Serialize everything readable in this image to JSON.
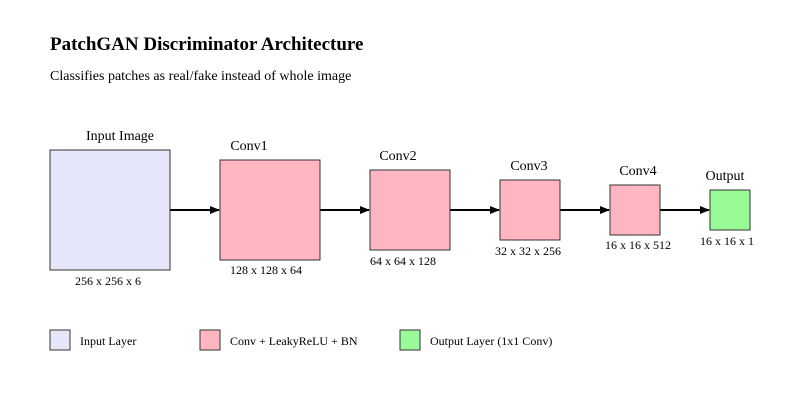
{
  "title": "PatchGAN Discriminator Architecture",
  "subtitle": "Classifies patches as real/fake instead of whole image",
  "colors": {
    "input": "#e6e6fa",
    "conv": "#ffb6c1",
    "output": "#98fb98",
    "border": "#333333",
    "edge": "#000000"
  },
  "layers": [
    {
      "id": "input",
      "label": "Input Image",
      "dims": "256 x 256 x 6",
      "kind": "input"
    },
    {
      "id": "conv1",
      "label": "Conv1",
      "dims": "128 x 128 x 64",
      "kind": "conv"
    },
    {
      "id": "conv2",
      "label": "Conv2",
      "dims": "64 x 64 x 128",
      "kind": "conv"
    },
    {
      "id": "conv3",
      "label": "Conv3",
      "dims": "32 x 32 x 256",
      "kind": "conv"
    },
    {
      "id": "conv4",
      "label": "Conv4",
      "dims": "16 x 16 x 512",
      "kind": "conv"
    },
    {
      "id": "output",
      "label": "Output",
      "dims": "16 x 16 x 1",
      "kind": "output"
    }
  ],
  "legend": [
    {
      "label": "Input Layer",
      "kind": "input"
    },
    {
      "label": "Conv + LeakyReLU + BN",
      "kind": "conv"
    },
    {
      "label": "Output Layer (1x1 Conv)",
      "kind": "output"
    }
  ]
}
